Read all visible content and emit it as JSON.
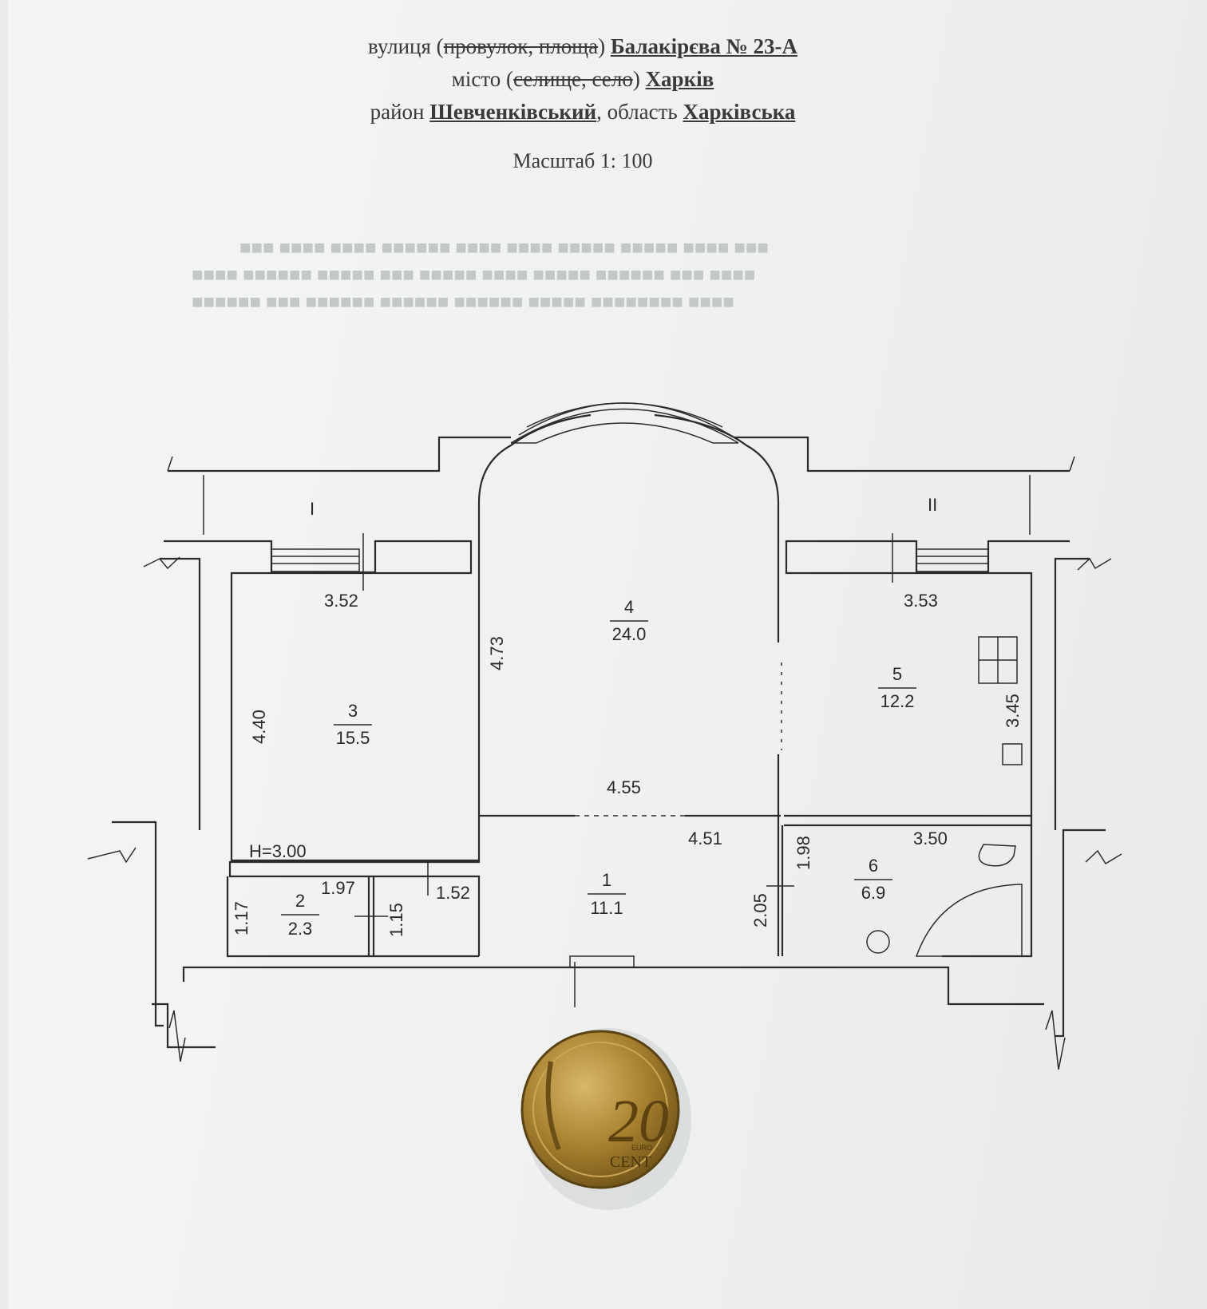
{
  "header": {
    "line1": {
      "prefix": "вулиця (",
      "struck": "провулок, площа",
      "suffix": ") ",
      "value": "Балакірєва  № 23-А"
    },
    "line2": {
      "prefix": "місто (",
      "struck": "селище, село",
      "suffix": ") ",
      "value": "Харків"
    },
    "line3": {
      "prefix": "район ",
      "district": "Шевченківський",
      "mid": ", область  ",
      "region": "Харківська"
    },
    "scale": "Масштаб 1: 100"
  },
  "plan": {
    "balconies": [
      "I",
      "II"
    ],
    "rooms": [
      {
        "number": "1",
        "area": "11.1"
      },
      {
        "number": "2",
        "area": "2.3"
      },
      {
        "number": "3",
        "area": "15.5"
      },
      {
        "number": "4",
        "area": "24.0"
      },
      {
        "number": "5",
        "area": "12.2"
      },
      {
        "number": "6",
        "area": "6.9"
      }
    ],
    "dimensions": [
      "3.52",
      "4.73",
      "4.40",
      "4.55",
      "4.51",
      "1.97",
      "1.52",
      "1.17",
      "1.15",
      "3.53",
      "3.45",
      "1.98",
      "2.05",
      "3.50"
    ],
    "height": "H=3.00"
  },
  "coin": {
    "value": "20",
    "line1": "EURO",
    "line2": "CENT"
  }
}
